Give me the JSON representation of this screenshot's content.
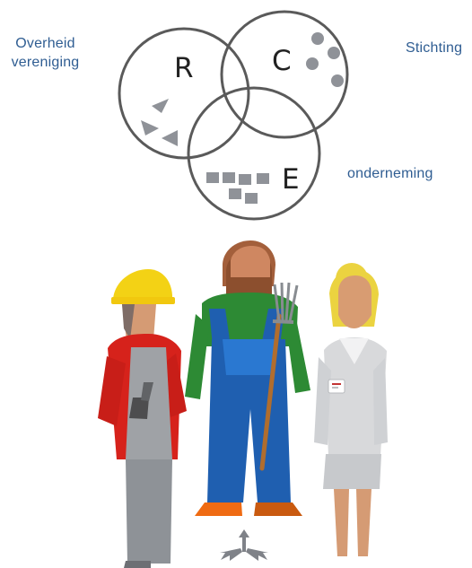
{
  "labels": {
    "overheid": "Overheid",
    "vereniging": "vereniging",
    "stichting": "Stichting",
    "onderneming": "onderneming"
  },
  "circles": {
    "r_letter": "R",
    "c_letter": "C",
    "e_letter": "E"
  },
  "colors": {
    "label_blue": "#2f5d92",
    "circle_outline": "#5a5a5a",
    "shape_gray": "#8f9298",
    "worker_helmet": "#f3d215",
    "worker_shirt": "#d6221b",
    "farmer_shirt": "#2d8a34",
    "farmer_overalls": "#1f5fb0",
    "lady_hair": "#ebd340",
    "lady_suit": "#d8d9db"
  },
  "icons": {
    "arrows": "three-way-arrows-icon",
    "triangles": "triangle-shapes-icon",
    "dots": "dot-shapes-icon",
    "squares": "square-shapes-icon"
  }
}
